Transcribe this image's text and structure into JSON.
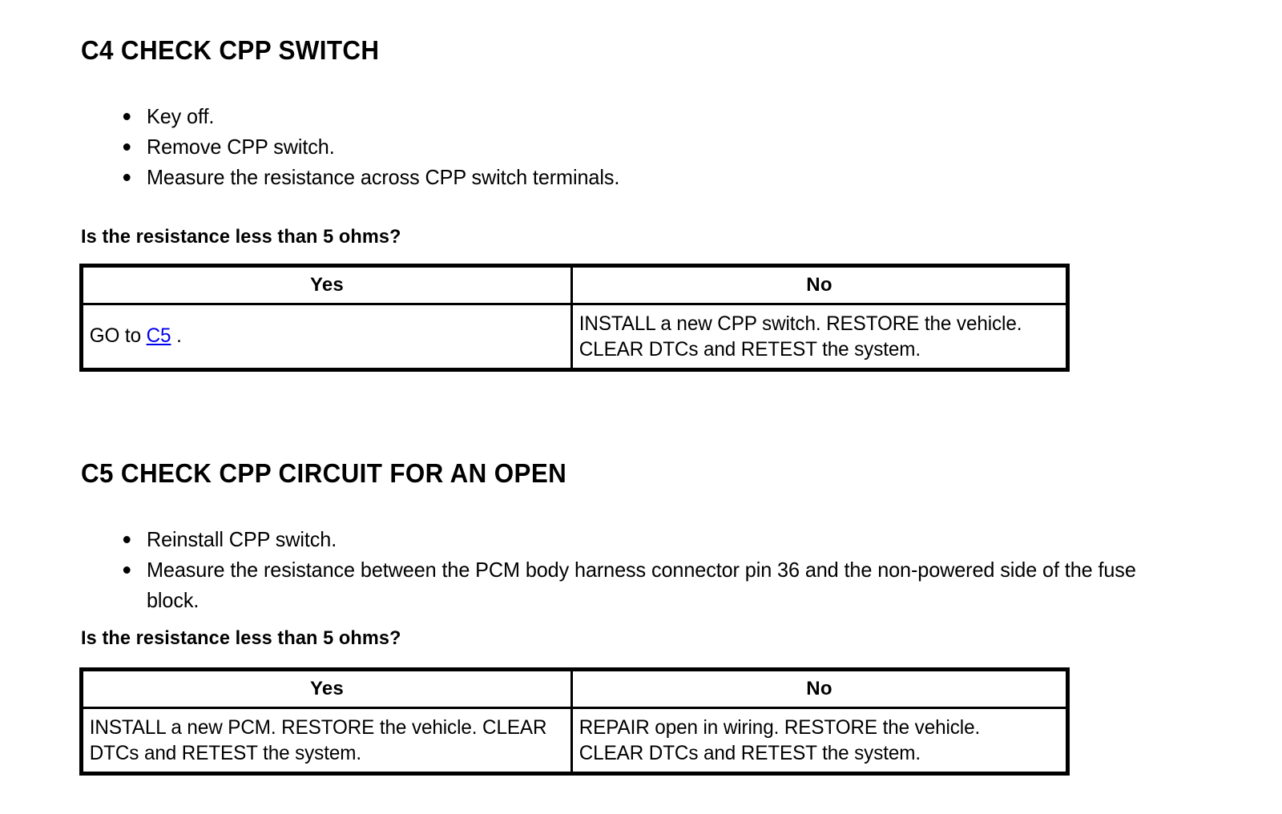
{
  "document": {
    "type": "diagnostic-pinpoint-test",
    "page_background": "#ffffff",
    "text_color": "#000000"
  },
  "sections": [
    {
      "id": "c4",
      "heading": "C4 CHECK CPP SWITCH",
      "steps": [
        "Key off.",
        "Remove CPP switch.",
        "Measure the resistance across CPP switch terminals."
      ],
      "question": "Is the resistance less than 5 ohms?",
      "table": {
        "headers": [
          "Yes",
          "No"
        ],
        "rows": [
          {
            "yes_prefix": "GO to ",
            "yes_link": "C5",
            "yes_suffix": " .",
            "no": "INSTALL a new CPP switch. RESTORE the vehicle. CLEAR DTCs and RETEST the system."
          }
        ]
      }
    },
    {
      "id": "c5",
      "heading": "C5 CHECK CPP CIRCUIT FOR AN OPEN",
      "steps": [
        "Reinstall CPP switch.",
        "Measure the resistance between the PCM body harness connector pin 36 and the non-powered side of the fuse block."
      ],
      "question": "Is the resistance less than 5 ohms?",
      "table": {
        "headers": [
          "Yes",
          "No"
        ],
        "rows": [
          {
            "yes": "INSTALL a new PCM. RESTORE the vehicle. CLEAR DTCs and RETEST the system.",
            "no": "REPAIR open in wiring. RESTORE the vehicle. CLEAR DTCs and RETEST the system."
          }
        ]
      }
    }
  ]
}
